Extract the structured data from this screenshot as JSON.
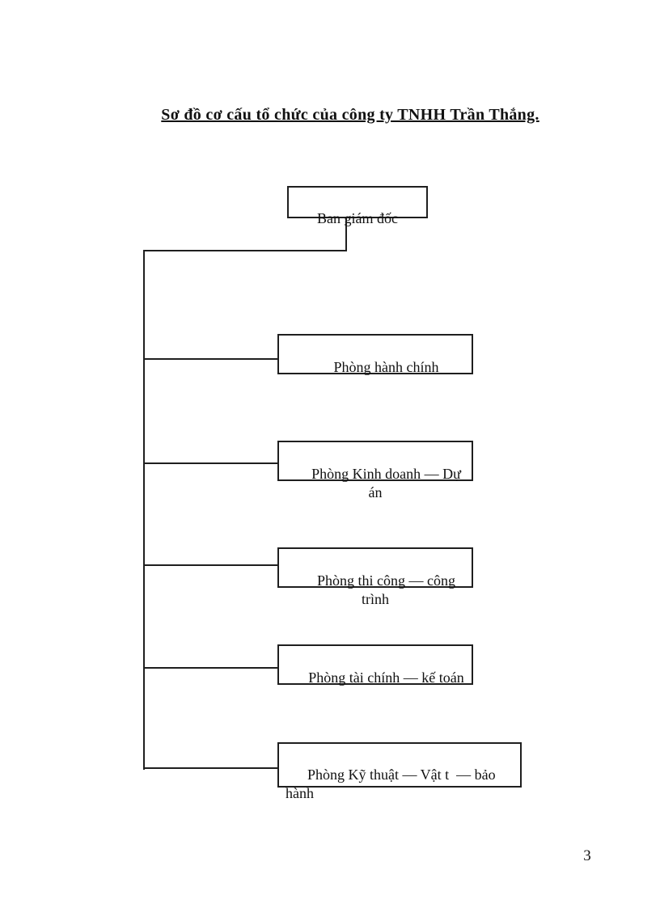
{
  "page": {
    "title": "Sơ đồ cơ cấu tổ chức của công ty TNHH Trần Thắng.",
    "page_number": "3"
  },
  "chart": {
    "type": "org-chart",
    "root": "Ban giám đốc",
    "departments": [
      "Phòng hành chính",
      "Phòng Kinh doanh — Dự án",
      "Phòng thi công — công trình",
      "Phòng tài chính — kế toán",
      "Phòng Kỹ thuật — Vật t  — bảo\nhành"
    ]
  },
  "colors": {
    "line": "#1f1f1f",
    "text": "#111111",
    "background": "#ffffff"
  }
}
